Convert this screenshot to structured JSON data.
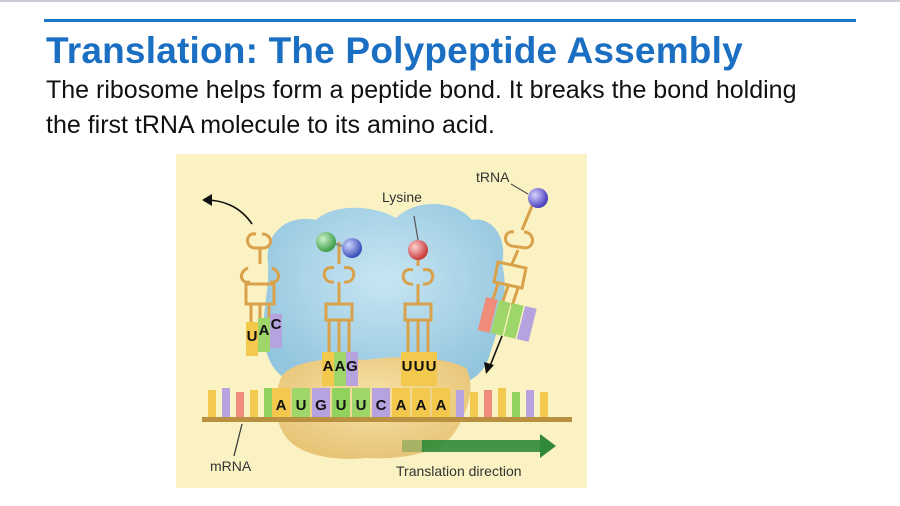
{
  "slide": {
    "title": "Translation: The Polypeptide Assembly",
    "body": "The ribosome helps form a peptide bond. It breaks the bond holding the first tRNA molecule to its amino acid."
  },
  "figure": {
    "labels": {
      "lysine": "Lysine",
      "trna": "tRNA",
      "mrna": "mRNA",
      "direction": "Translation direction"
    },
    "anticodons": {
      "exiting": [
        "U",
        "A",
        "C"
      ],
      "site_p": [
        "A",
        "A",
        "G"
      ],
      "site_a": [
        "U",
        "U",
        "U"
      ]
    },
    "codons": [
      "A",
      "U",
      "G",
      "U",
      "U",
      "C",
      "A",
      "A",
      "A"
    ],
    "colors": {
      "background": "#fbf2c3",
      "ribosome_large": "#a9d6ea",
      "ribosome_small": "#f0d28e",
      "trna_backbone": "#d9a24a",
      "arrow": "#2f8a3a",
      "amino_green": "#5fbf6a",
      "amino_blue": "#5a6fd0",
      "amino_red": "#e05050",
      "amino_purple": "#6f64d8"
    }
  }
}
